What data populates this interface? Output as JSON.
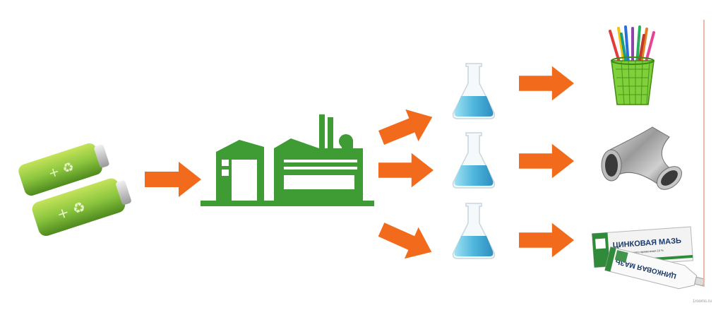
{
  "icons": {
    "batteries": "batteries-icon",
    "factory": "factory-icon",
    "flask": "flask-icon",
    "arrow": "arrow-icon",
    "pencils": "pencil-cup-icon",
    "pipe": "pipe-elbow-icon",
    "ointment": "ointment-tube-icon"
  },
  "colors": {
    "arrow": "#f26b1d",
    "factory": "#3f9b34",
    "battery": "#8cc63f",
    "liquid": "#5bc0de"
  },
  "products": {
    "ointment": {
      "box_title": "ЦИНКОВАЯ МАЗЬ",
      "box_subtitle": "мазь для наружного применения 10 %",
      "tube_label": "ЦИНКОВАЯ МАЗЬ"
    }
  },
  "watermark": "1rooms.ru"
}
